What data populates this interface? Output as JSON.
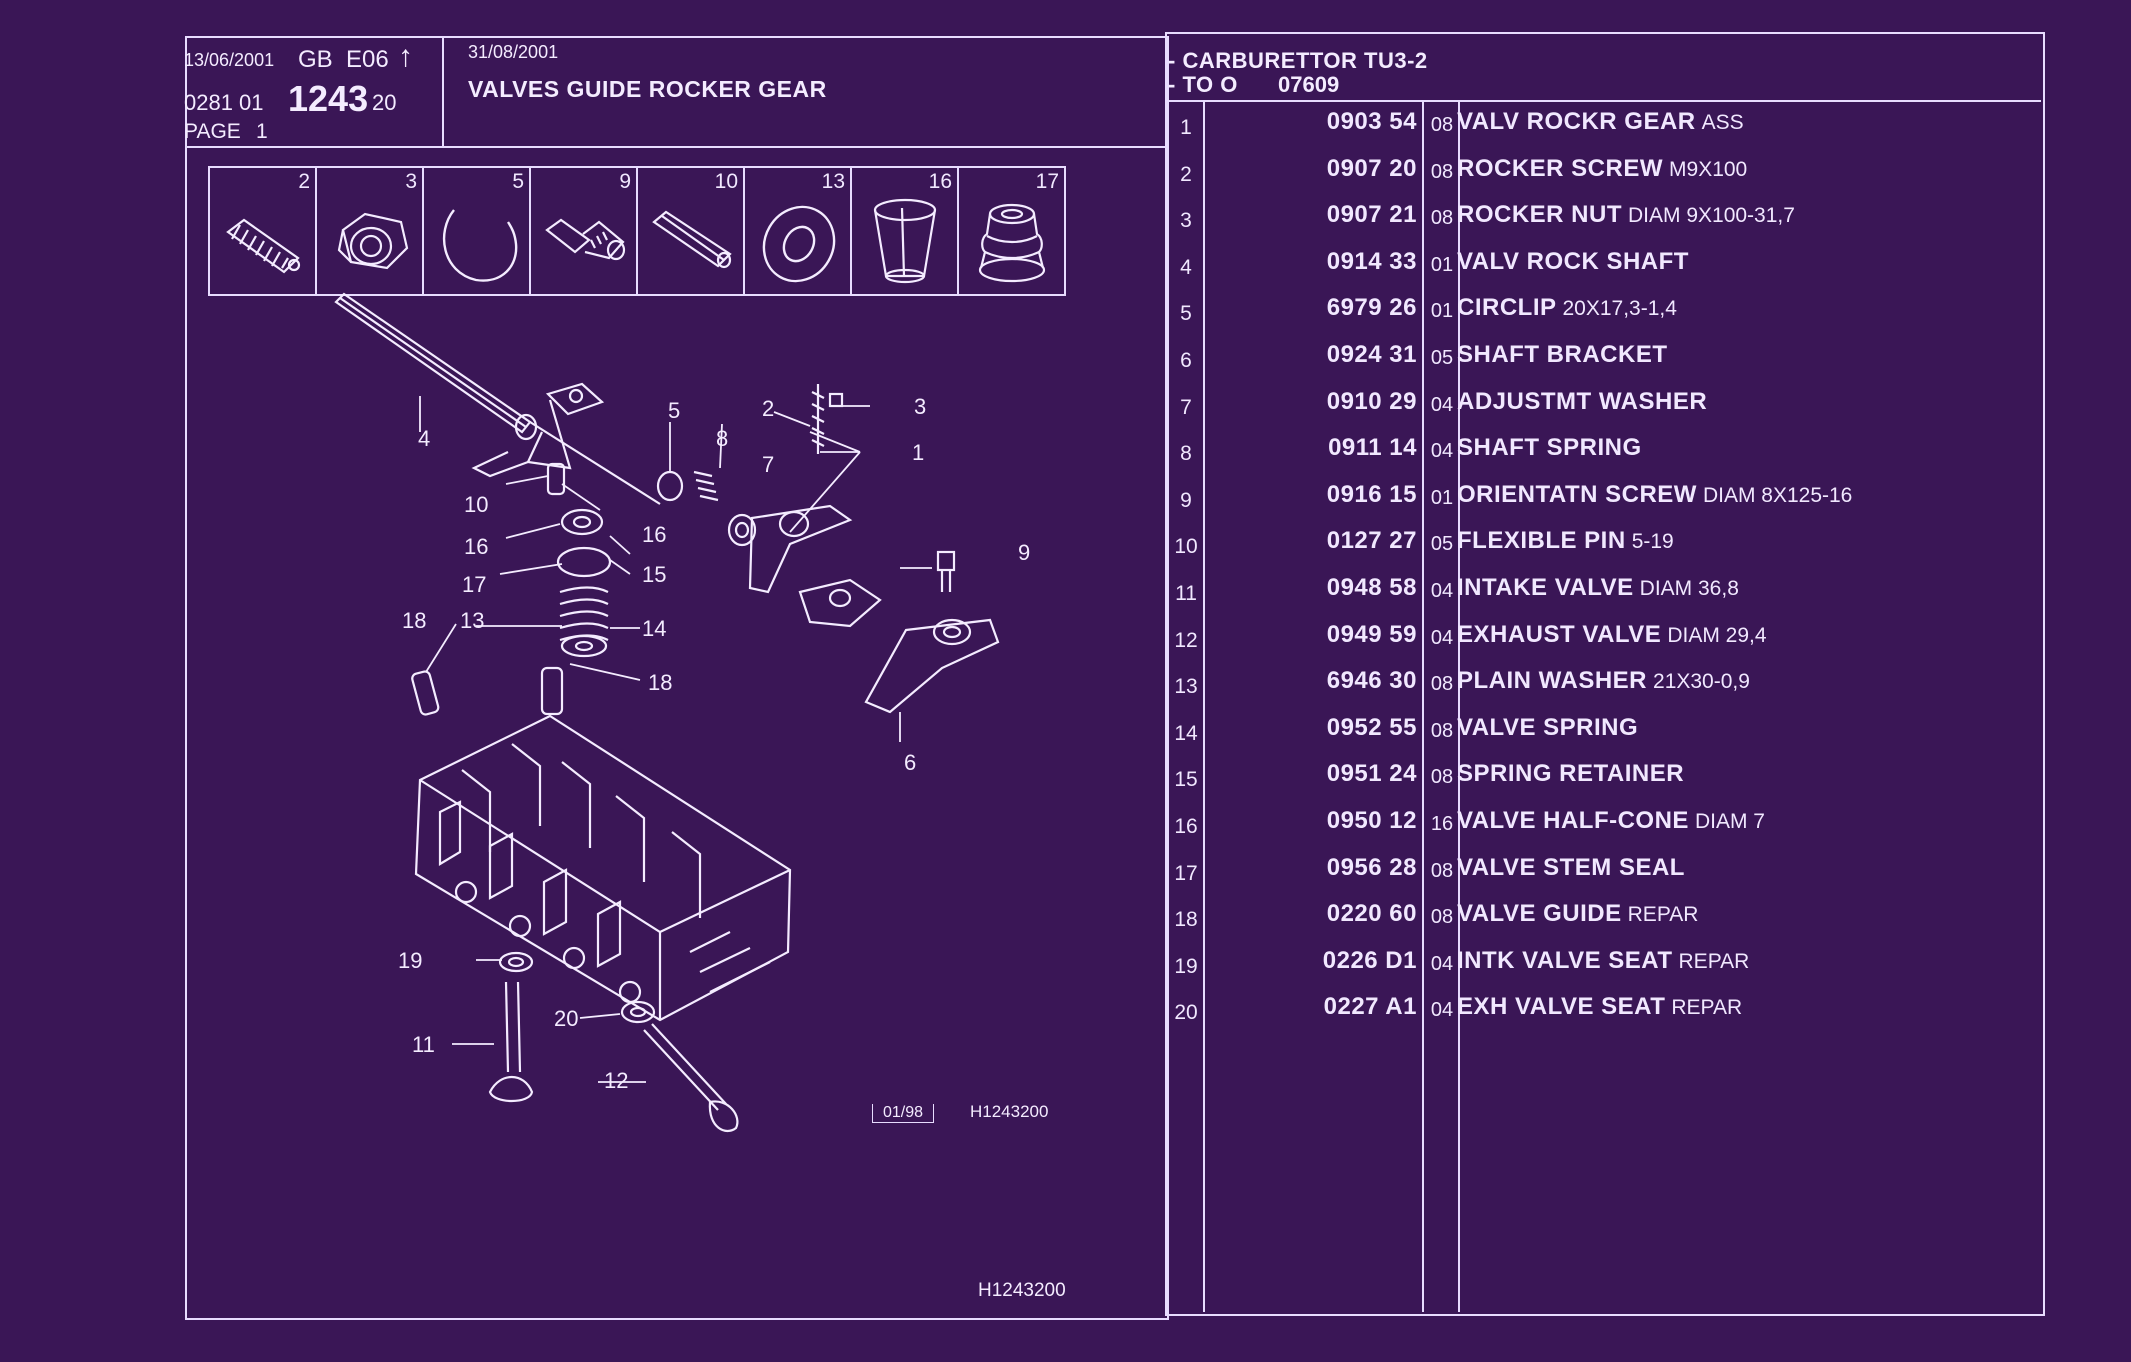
{
  "header": {
    "date": "13/06/2001",
    "lang": "GB",
    "edition": "E06",
    "arrow": "↑",
    "code_prefix": "0281 01",
    "code_main": "1243",
    "code_suffix": "20",
    "page_label": "PAGE",
    "page_num": "1",
    "date2": "31/08/2001",
    "title": "VALVES GUIDE ROCKER GEAR",
    "model_line1": "- CARBURETTOR TU3-2",
    "model_line2": "- TO O",
    "model_code": "07609"
  },
  "thumbnails": [
    {
      "num": "2",
      "icon": "screw-icon"
    },
    {
      "num": "3",
      "icon": "nut-icon"
    },
    {
      "num": "5",
      "icon": "circlip-icon"
    },
    {
      "num": "9",
      "icon": "bolt-icon"
    },
    {
      "num": "10",
      "icon": "pin-icon"
    },
    {
      "num": "13",
      "icon": "washer-icon"
    },
    {
      "num": "16",
      "icon": "half-cone-icon"
    },
    {
      "num": "17",
      "icon": "stem-seal-icon"
    }
  ],
  "callouts": [
    "1",
    "2",
    "3",
    "4",
    "5",
    "6",
    "7",
    "8",
    "9",
    "10",
    "11",
    "12",
    "13",
    "14",
    "15",
    "16",
    "16",
    "17",
    "18",
    "18",
    "19",
    "20"
  ],
  "diagram_stamp": "01/98",
  "diagram_ref": "H1243200",
  "footer_ref": "H1243200",
  "parts": [
    {
      "idx": "1",
      "ref": "0903 54",
      "qty": "08",
      "name": "VALV ROCKR GEAR",
      "ext": "ASS"
    },
    {
      "idx": "2",
      "ref": "0907 20",
      "qty": "08",
      "name": "ROCKER SCREW",
      "ext": "M9X100"
    },
    {
      "idx": "3",
      "ref": "0907 21",
      "qty": "08",
      "name": "ROCKER NUT",
      "ext": "DIAM 9X100-31,7"
    },
    {
      "idx": "4",
      "ref": "0914 33",
      "qty": "01",
      "name": "VALV ROCK SHAFT",
      "ext": ""
    },
    {
      "idx": "5",
      "ref": "6979 26",
      "qty": "01",
      "name": "CIRCLIP",
      "ext": "20X17,3-1,4"
    },
    {
      "idx": "6",
      "ref": "0924 31",
      "qty": "05",
      "name": "SHAFT BRACKET",
      "ext": ""
    },
    {
      "idx": "7",
      "ref": "0910 29",
      "qty": "04",
      "name": "ADJUSTMT WASHER",
      "ext": ""
    },
    {
      "idx": "8",
      "ref": "0911 14",
      "qty": "04",
      "name": "SHAFT SPRING",
      "ext": ""
    },
    {
      "idx": "9",
      "ref": "0916 15",
      "qty": "01",
      "name": "ORIENTATN SCREW",
      "ext": "DIAM 8X125-16"
    },
    {
      "idx": "10",
      "ref": "0127 27",
      "qty": "05",
      "name": "FLEXIBLE PIN",
      "ext": "5-19"
    },
    {
      "idx": "11",
      "ref": "0948 58",
      "qty": "04",
      "name": "INTAKE VALVE",
      "ext": "DIAM 36,8"
    },
    {
      "idx": "12",
      "ref": "0949 59",
      "qty": "04",
      "name": "EXHAUST VALVE",
      "ext": "DIAM 29,4"
    },
    {
      "idx": "13",
      "ref": "6946 30",
      "qty": "08",
      "name": "PLAIN WASHER",
      "ext": "21X30-0,9"
    },
    {
      "idx": "14",
      "ref": "0952 55",
      "qty": "08",
      "name": "VALVE SPRING",
      "ext": ""
    },
    {
      "idx": "15",
      "ref": "0951 24",
      "qty": "08",
      "name": "SPRING RETAINER",
      "ext": ""
    },
    {
      "idx": "16",
      "ref": "0950 12",
      "qty": "16",
      "name": "VALVE HALF-CONE",
      "ext": "DIAM 7"
    },
    {
      "idx": "17",
      "ref": "0956 28",
      "qty": "08",
      "name": "VALVE STEM SEAL",
      "ext": ""
    },
    {
      "idx": "18",
      "ref": "0220 60",
      "qty": "08",
      "name": "VALVE GUIDE",
      "ext": "REPAR"
    },
    {
      "idx": "19",
      "ref": "0226 D1",
      "qty": "04",
      "name": "INTK VALVE SEAT",
      "ext": "REPAR"
    },
    {
      "idx": "20",
      "ref": "0227 A1",
      "qty": "04",
      "name": "EXH VALVE SEAT",
      "ext": "REPAR"
    }
  ]
}
